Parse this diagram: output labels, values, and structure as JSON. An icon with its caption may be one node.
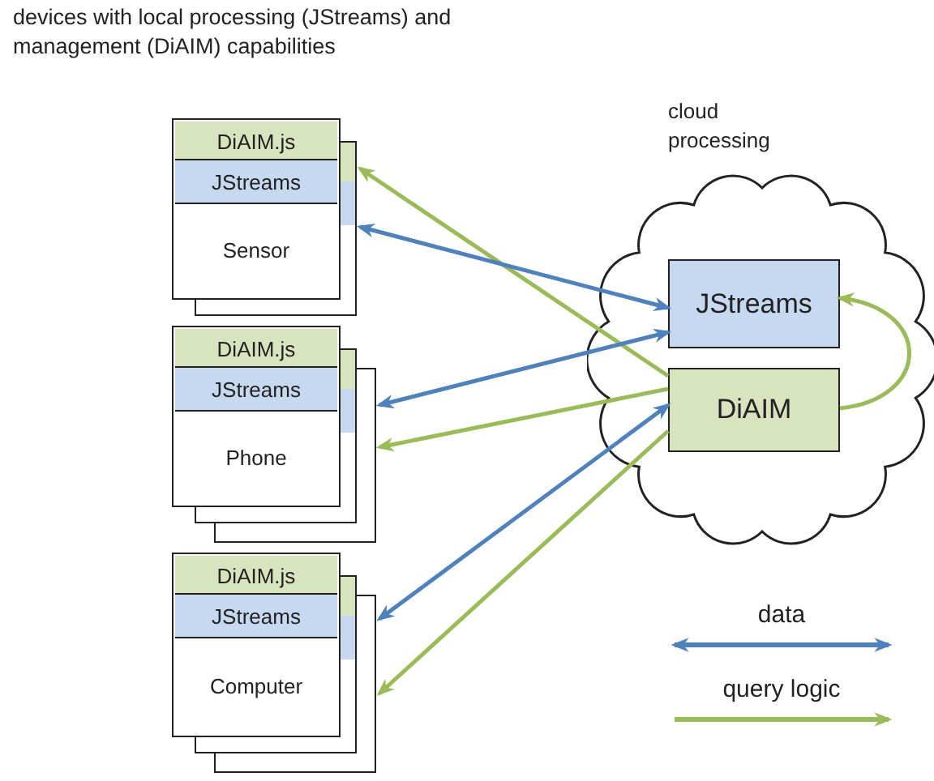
{
  "diagram": {
    "nodes": [
      {
        "text": [],
        "shape": "box"
      },
      {
        "text": [
          "DiAIM.js"
        ],
        "in": 0
      },
      {
        "text": [
          "JStreams"
        ],
        "in": 0
      },
      {
        "text": [
          "Sensor"
        ],
        "in": 0
      },
      {
        "text": [],
        "shape": "box"
      },
      {
        "text": [
          "DiAIM.js"
        ],
        "in": 4
      },
      {
        "text": [
          "JStreams"
        ],
        "in": 4
      },
      {
        "text": [
          "Phone"
        ],
        "in": 4
      },
      {
        "text": [],
        "shape": "box"
      },
      {
        "text": [
          "DiAIM.js"
        ],
        "in": 8
      },
      {
        "text": [
          "JStreams"
        ],
        "in": 8
      },
      {
        "text": [
          "Computer"
        ],
        "in": 8
      },
      {
        "text": [
          "cloud processing"
        ]
      },
      {
        "text": [
          "JStreams"
        ],
        "in": 12
      },
      {
        "text": [
          "DiAIM"
        ],
        "in": 12
      }
    ],
    "edges": [
      {
        "from": 14,
        "to": 0,
        "arrow": "to",
        "color": "#9bbb59"
      },
      {
        "from": 0,
        "to": 13,
        "arrow": "both",
        "color": "#4f81bd"
      },
      {
        "from": 4,
        "to": 13,
        "arrow": "both",
        "color": "#4f81bd"
      },
      {
        "from": 14,
        "to": 4,
        "arrow": "to",
        "color": "#9bbb59"
      },
      {
        "from": 8,
        "to": 14,
        "arrow": "both",
        "color": "#4f81bd"
      },
      {
        "from": 14,
        "to": 8,
        "arrow": "to",
        "color": "#9bbb59"
      },
      {
        "from": 14,
        "to": 13,
        "arrow": "to",
        "color": "#9bbb59"
      }
    ],
    "labels": [
      "devices with local processing (JStreams) and management (DiAIM) capabilities"
    ],
    "legend": [
      {
        "text": "data"
      },
      {
        "text": "query logic"
      }
    ]
  }
}
